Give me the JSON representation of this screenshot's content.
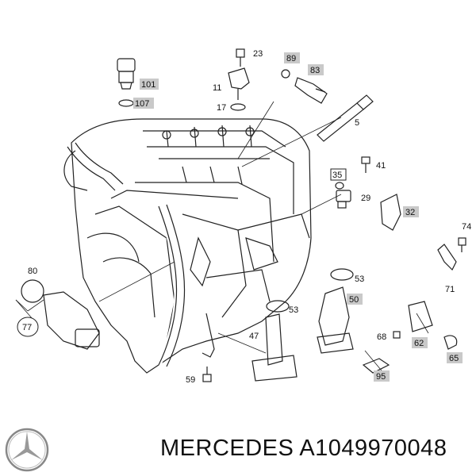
{
  "diagram": {
    "labels": {
      "p5": "5",
      "p11": "11",
      "p17": "17",
      "p23": "23",
      "p29": "29",
      "p32": "32",
      "p35": "35",
      "p41": "41",
      "p47": "47",
      "p50": "50",
      "p53a": "53",
      "p53b": "53",
      "p59": "59",
      "p62": "62",
      "p65": "65",
      "p68": "68",
      "p71": "71",
      "p74": "74",
      "p77": "77",
      "p80": "80",
      "p83": "83",
      "p89": "89",
      "p95": "95",
      "p101": "101",
      "p107": "107"
    }
  },
  "footer": {
    "brand_part": "MERCEDES A1049970048"
  }
}
